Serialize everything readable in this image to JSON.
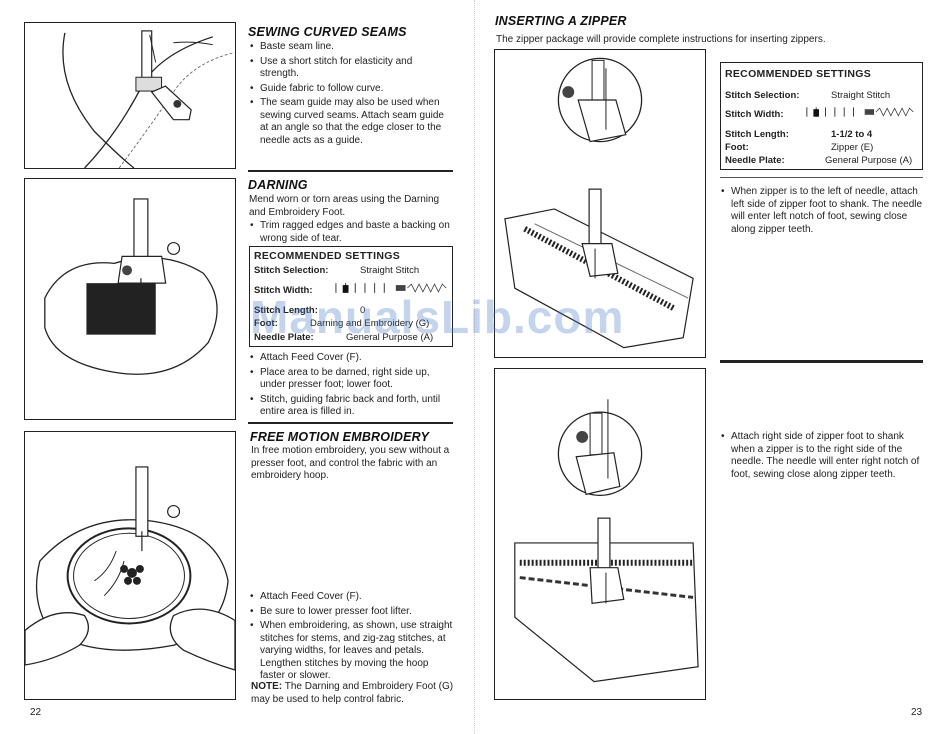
{
  "left_page": {
    "page_number": "22",
    "curved": {
      "title": "SEWING CURVED SEAMS",
      "bullets": [
        "Baste seam line.",
        "Use a short stitch for elasticity and strength.",
        "Guide fabric to follow curve.",
        "The seam guide may also be used when sewing curved seams. Attach seam guide at an angle so that the edge closer to the needle acts as a guide."
      ]
    },
    "darning": {
      "title": "DARNING",
      "intro": "Mend worn or torn areas using the Darning and Embroidery Foot.",
      "bullet_top": "Trim ragged edges and baste a backing on wrong side of tear.",
      "settings": {
        "title": "RECOMMENDED SETTINGS",
        "stitch_selection_label": "Stitch Selection:",
        "stitch_selection_value": "Straight Stitch",
        "stitch_width_label": "Stitch Width:",
        "stitch_length_label": "Stitch Length:",
        "stitch_length_value": "0",
        "foot_label": "Foot:",
        "foot_value": "Darning and Embroidery (G)",
        "plate_label": "Needle Plate:",
        "plate_value": "General Purpose (A)"
      },
      "bullets": [
        "Attach Feed Cover (F).",
        "Place area to be darned, right side up, under presser foot; lower foot.",
        "Stitch, guiding fabric back and forth, until entire area is filled in."
      ]
    },
    "embroidery": {
      "title": "FREE MOTION EMBROIDERY",
      "intro": "In free motion embroidery, you sew without a presser foot, and control the fabric with an embroidery hoop.",
      "bullets": [
        "Attach Feed Cover (F).",
        "Be sure to lower presser foot lifter.",
        "When embroidering, as shown, use straight stitches for stems, and zig-zag stitches, at varying widths, for leaves and petals. Lengthen stitches by moving the hoop faster or slower."
      ],
      "note_label": "NOTE:",
      "note_text": "The Darning and Embroidery Foot (G) may be used to help control fabric."
    }
  },
  "right_page": {
    "page_number": "23",
    "zipper": {
      "title": "INSERTING A ZIPPER",
      "intro": "The zipper package will provide complete instructions for inserting zippers.",
      "settings": {
        "title": "RECOMMENDED SETTINGS",
        "stitch_selection_label": "Stitch Selection:",
        "stitch_selection_value": "Straight Stitch",
        "stitch_width_label": "Stitch Width:",
        "stitch_length_label": "Stitch Length:",
        "stitch_length_value": "1-1/2 to 4",
        "foot_label": "Foot:",
        "foot_value": "Zipper (E)",
        "plate_label": "Needle Plate:",
        "plate_value": "General Purpose (A)"
      },
      "bullet_left": "When zipper is to the left of needle, attach left side of zipper foot to shank. The needle will enter left notch of foot, sewing close along zipper teeth.",
      "bullet_right": "Attach right side of zipper foot to shank when a zipper is to the right side of the needle. The needle will enter right notch of foot, sewing close along zipper teeth."
    }
  },
  "watermark": "ManualsLib.com"
}
